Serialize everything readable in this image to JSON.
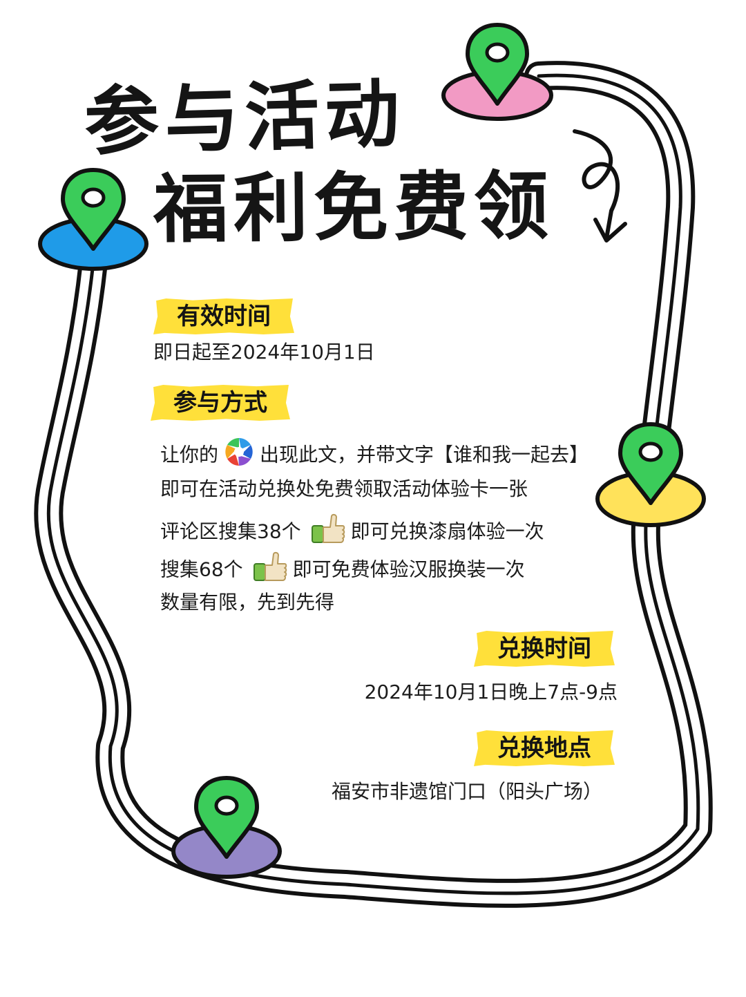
{
  "title": {
    "line1": "参与活动",
    "line2": "福利免费领"
  },
  "valid": {
    "label": "有效时间",
    "text": "即日起至2024年10月1日"
  },
  "method": {
    "label": "参与方式",
    "line1_pre": "让你的",
    "line1_post": "出现此文，并带文字【谁和我一起去】",
    "line2": "即可在活动兑换处免费领取活动体验卡一张",
    "line3_pre": "评论区搜集38个",
    "line3_post": "即可兑换漆扇体验一次",
    "line4_pre": "搜集68个",
    "line4_post": "即可免费体验汉服换装一次",
    "line5": "数量有限，先到先得"
  },
  "exchange_time": {
    "label": "兑换时间",
    "text": "2024年10月1日晚上7点-9点"
  },
  "exchange_place": {
    "label": "兑换地点",
    "text": "福安市非遗馆门口（阳头广场）"
  },
  "icons": {
    "aperture": "moments-aperture-icon",
    "thumb": "thumbs-up-icon",
    "pin": "map-pin-icon",
    "arrow": "squiggle-arrow-icon"
  },
  "colors": {
    "pin_green": "#3bcc5a",
    "pad_pink": "#f29ac4",
    "pad_blue": "#1f9be8",
    "pad_yellow": "#ffe25a",
    "pad_purple": "#9487c8",
    "tag_yellow": "#ffe03a"
  }
}
